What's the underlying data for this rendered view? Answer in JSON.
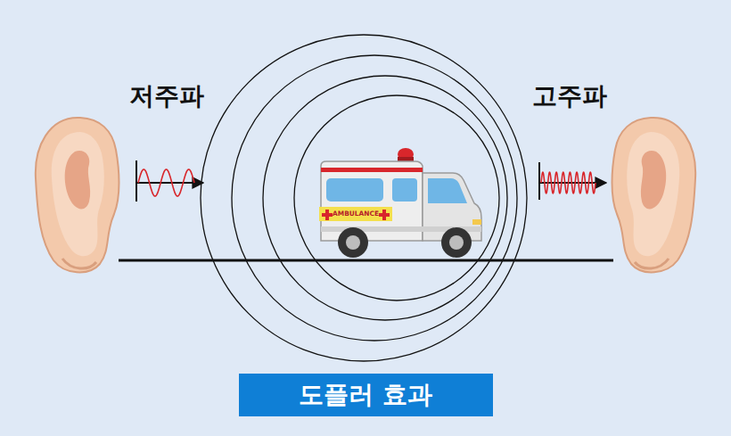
{
  "diagram": {
    "nodes": [
      {
        "text": [
          "도플러 효과"
        ]
      }
    ],
    "labels": [
      "저주파",
      "고주파",
      "AMBULANCE"
    ]
  }
}
